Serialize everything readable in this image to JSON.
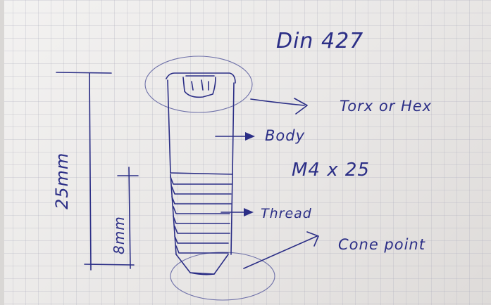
{
  "diagram": {
    "title": "Din 427",
    "labels": {
      "drive": "Torx or Hex",
      "body": "Body",
      "size": "M4 x 25",
      "thread": "Thread",
      "point": "Cone point",
      "overall_length": "25mm",
      "thread_length": "8mm"
    }
  },
  "colors": {
    "ink": "#2b2e86",
    "paper": "#eceaea"
  }
}
